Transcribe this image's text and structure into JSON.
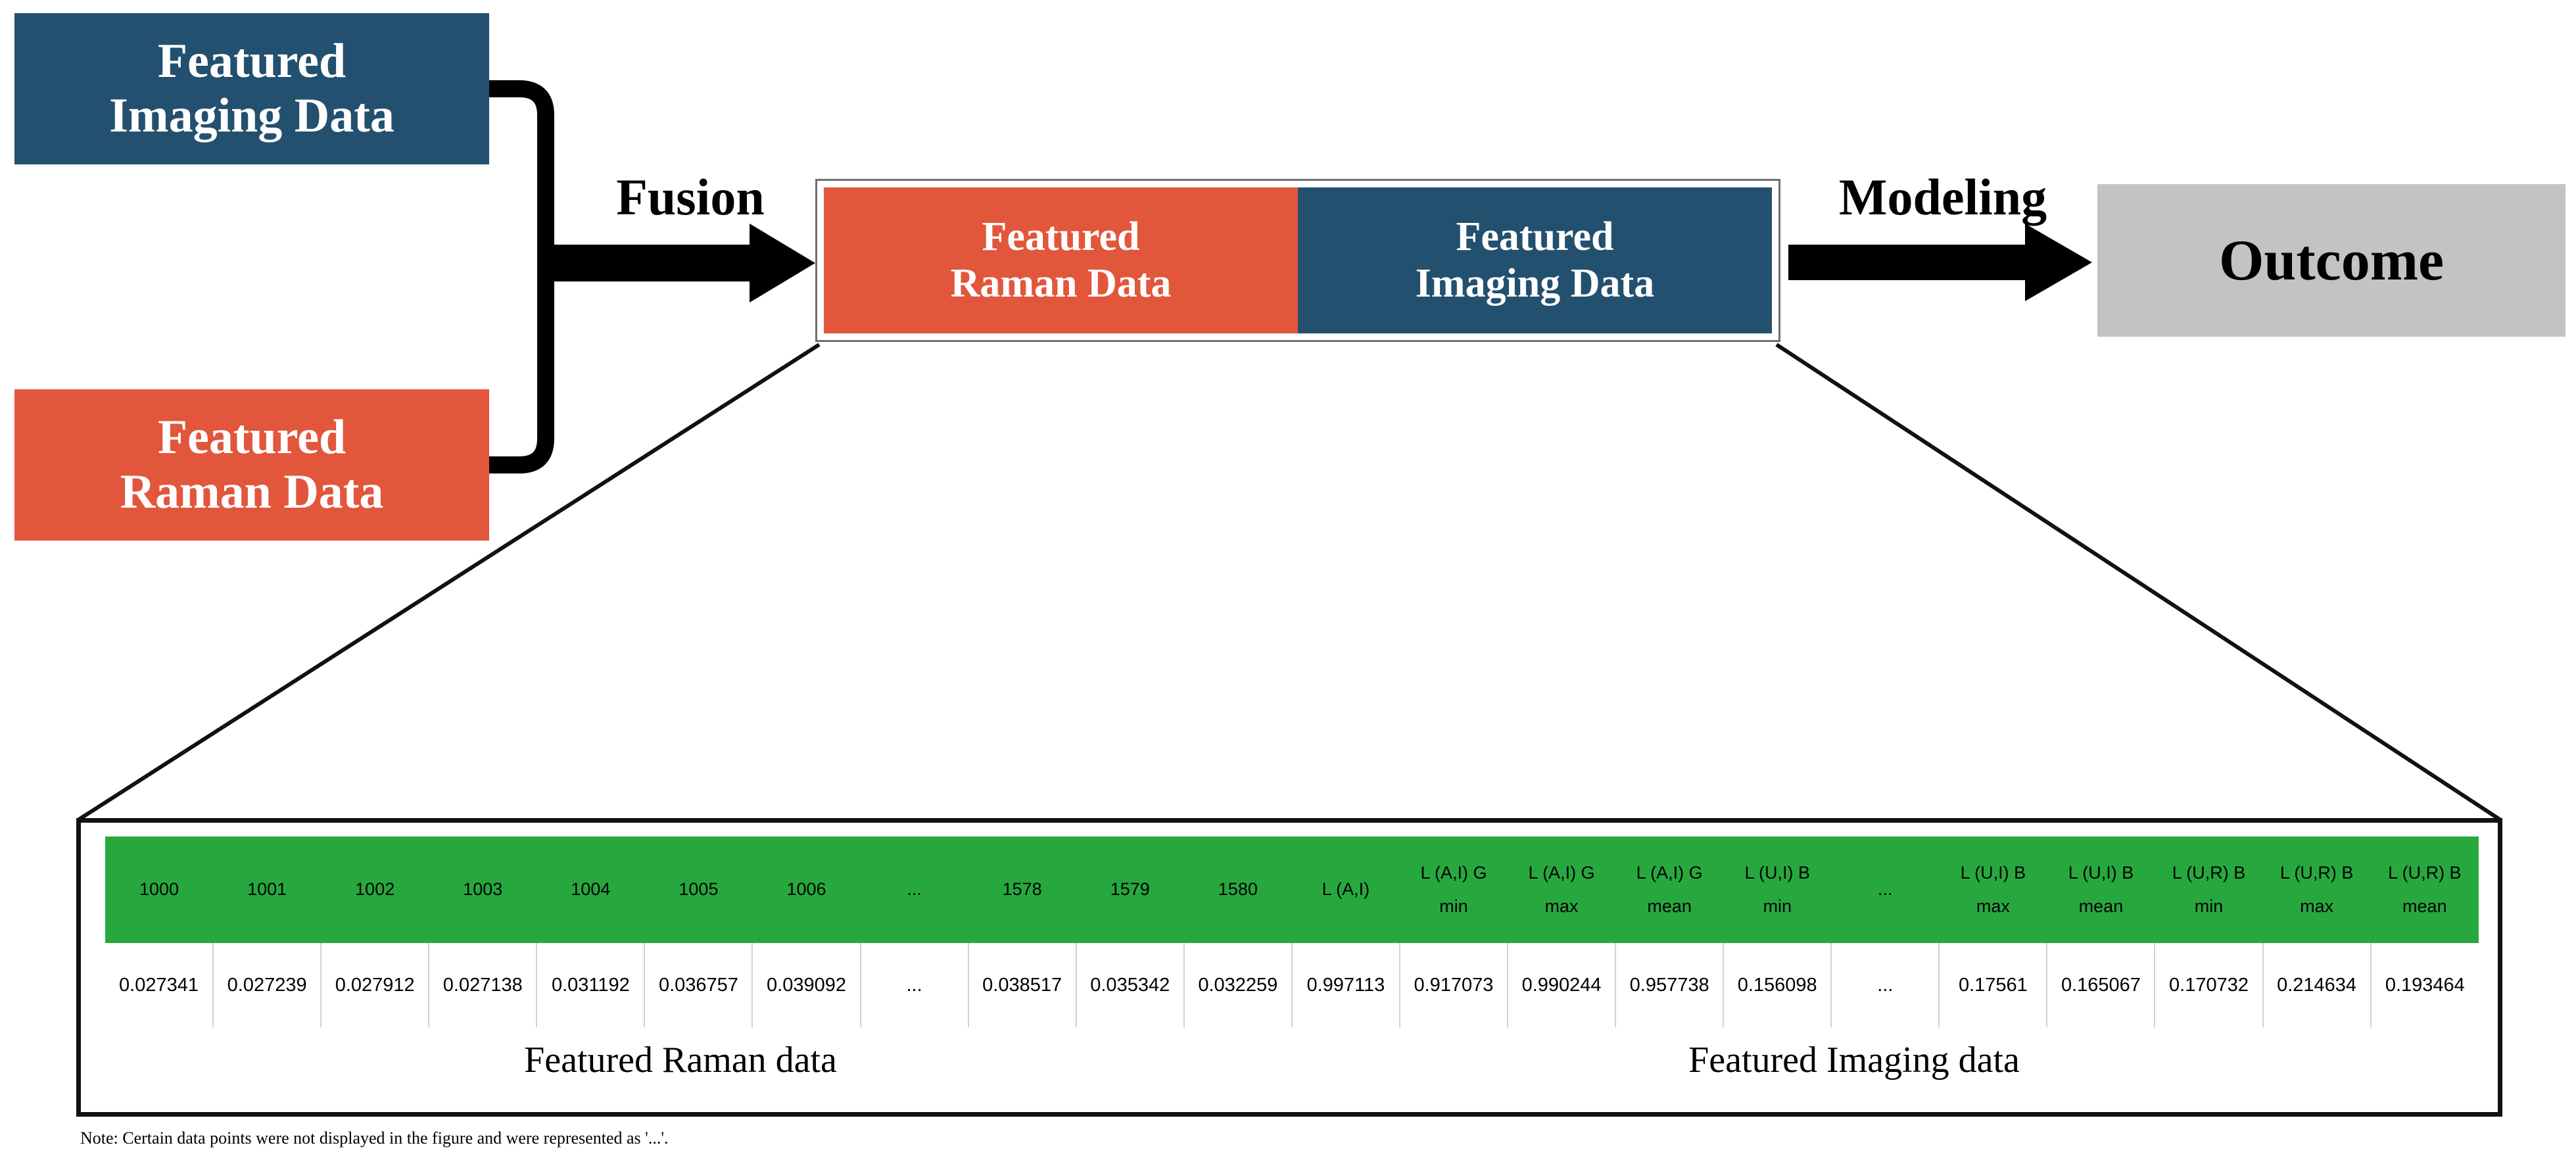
{
  "flow": {
    "source_imaging_label": "Featured\nImaging Data",
    "source_imaging_line1": "Featured",
    "source_imaging_line2": "Imaging Data",
    "source_raman_line1": "Featured",
    "source_raman_line2": "Raman Data",
    "fusion_label": "Fusion",
    "modeling_label": "Modeling",
    "fused_raman_line1": "Featured",
    "fused_raman_line2": "Raman Data",
    "fused_imaging_line1": "Featured",
    "fused_imaging_line2": "Imaging Data",
    "outcome_label": "Outcome"
  },
  "colors": {
    "imaging_blue": "#23506E",
    "raman_orange": "#E2563C",
    "outcome_gray": "#C3C3C3",
    "header_green": "#27A83F",
    "frame_black": "#111111"
  },
  "brace_labels": {
    "raman": "Featured Raman data",
    "imaging": "Featured Imaging data"
  },
  "note": "Note: Certain data points were not displayed in the figure and were represented as '...'.",
  "chart_data": {
    "type": "table",
    "title": "Fused feature vector (one sample row)",
    "columns": [
      {
        "main": "1000",
        "sub": "",
        "group": "raman"
      },
      {
        "main": "1001",
        "sub": "",
        "group": "raman"
      },
      {
        "main": "1002",
        "sub": "",
        "group": "raman"
      },
      {
        "main": "1003",
        "sub": "",
        "group": "raman"
      },
      {
        "main": "1004",
        "sub": "",
        "group": "raman"
      },
      {
        "main": "1005",
        "sub": "",
        "group": "raman"
      },
      {
        "main": "1006",
        "sub": "",
        "group": "raman"
      },
      {
        "main": "...",
        "sub": "",
        "group": "raman"
      },
      {
        "main": "1578",
        "sub": "",
        "group": "raman"
      },
      {
        "main": "1579",
        "sub": "",
        "group": "raman"
      },
      {
        "main": "1580",
        "sub": "",
        "group": "raman"
      },
      {
        "main": "L (A,I)",
        "sub": "",
        "group": "imaging"
      },
      {
        "main": "L (A,I) G",
        "sub": "min",
        "group": "imaging"
      },
      {
        "main": "L (A,I) G",
        "sub": "max",
        "group": "imaging"
      },
      {
        "main": "L (A,I) G",
        "sub": "mean",
        "group": "imaging"
      },
      {
        "main": "L (U,I) B",
        "sub": "min",
        "group": "imaging"
      },
      {
        "main": "...",
        "sub": "",
        "group": "imaging"
      },
      {
        "main": "L (U,I) B",
        "sub": "max",
        "group": "imaging"
      },
      {
        "main": "L (U,I) B",
        "sub": "mean",
        "group": "imaging"
      },
      {
        "main": "L (U,R) B",
        "sub": "min",
        "group": "imaging"
      },
      {
        "main": "L (U,R) B",
        "sub": "max",
        "group": "imaging"
      },
      {
        "main": "L (U,R) B",
        "sub": "mean",
        "group": "imaging"
      }
    ],
    "values": [
      "0.027341",
      "0.027239",
      "0.027912",
      "0.027138",
      "0.031192",
      "0.036757",
      "0.039092",
      "...",
      "0.038517",
      "0.035342",
      "0.032259",
      "0.997113",
      "0.917073",
      "0.990244",
      "0.957738",
      "0.156098",
      "...",
      "0.17561",
      "0.165067",
      "0.170732",
      "0.214634",
      "0.193464"
    ],
    "groups": {
      "raman": {
        "label": "Featured Raman data",
        "first_col": 0,
        "last_col": 10
      },
      "imaging": {
        "label": "Featured Imaging data",
        "first_col": 11,
        "last_col": 21
      }
    }
  }
}
